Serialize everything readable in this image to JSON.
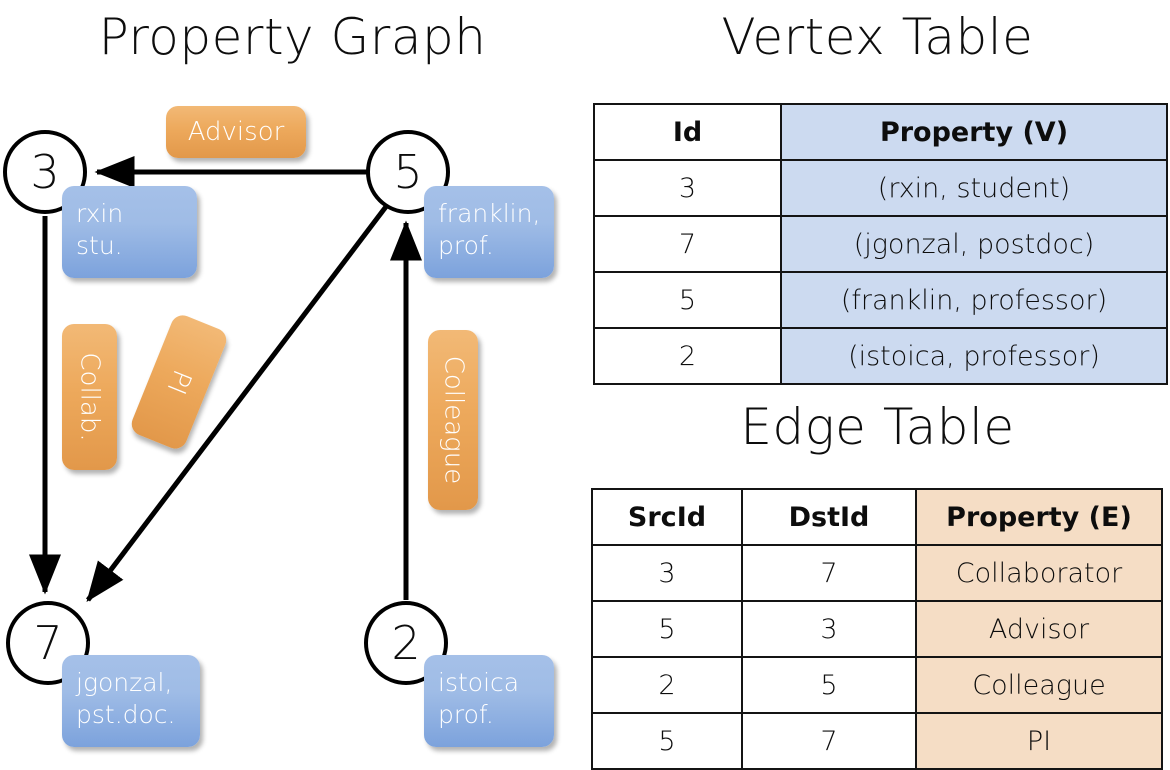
{
  "titles": {
    "property_graph": "Property Graph",
    "vertex_table": "Vertex Table",
    "edge_table": "Edge Table"
  },
  "graph": {
    "nodes": [
      {
        "id": "3",
        "property": "rxin\nstu."
      },
      {
        "id": "5",
        "property": "franklin,\nprof."
      },
      {
        "id": "7",
        "property": "jgonzal,\npst.doc."
      },
      {
        "id": "2",
        "property": "istoica\nprof."
      }
    ],
    "edge_labels": {
      "advisor": "Advisor",
      "collab": "Collab.",
      "pi": "PI",
      "colleague": "Colleague"
    },
    "colors": {
      "vertex_property_box": "#9fbce6",
      "edge_label_box": "#eda95c",
      "node_stroke": "#000000",
      "edge_stroke": "#000000"
    }
  },
  "vertex_table": {
    "headers": [
      "Id",
      "Property (V)"
    ],
    "rows": [
      [
        "3",
        "(rxin, student)"
      ],
      [
        "7",
        "(jgonzal, postdoc)"
      ],
      [
        "5",
        "(franklin, professor)"
      ],
      [
        "2",
        "(istoica, professor)"
      ]
    ],
    "property_fill": "#ccdaf0"
  },
  "edge_table": {
    "headers": [
      "SrcId",
      "DstId",
      "Property (E)"
    ],
    "rows": [
      [
        "3",
        "7",
        "Collaborator"
      ],
      [
        "5",
        "3",
        "Advisor"
      ],
      [
        "2",
        "5",
        "Colleague"
      ],
      [
        "5",
        "7",
        "PI"
      ]
    ],
    "property_fill": "#f5ddc5"
  }
}
